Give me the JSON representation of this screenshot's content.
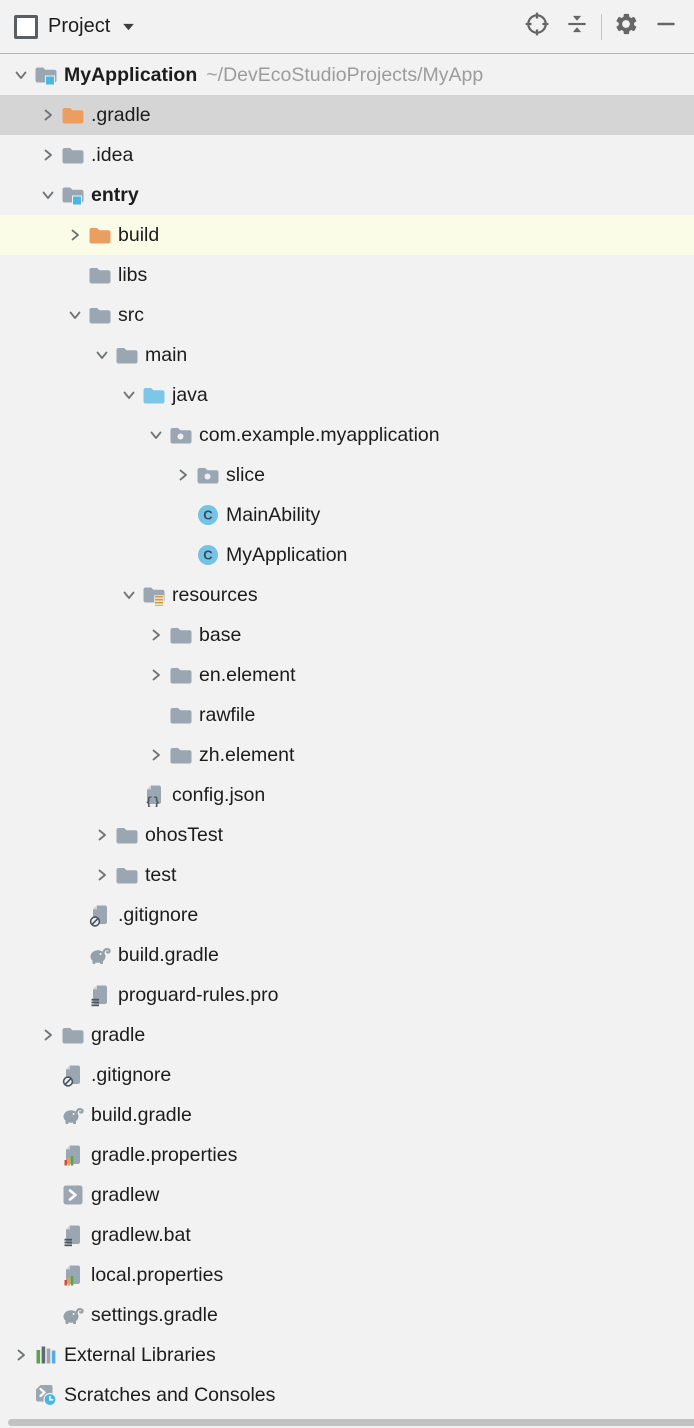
{
  "header": {
    "title": "Project",
    "actions": [
      {
        "id": "locate-opened-file",
        "icon": "target"
      },
      {
        "id": "collapse-all",
        "icon": "collapse-all"
      },
      {
        "id": "settings",
        "icon": "gear"
      },
      {
        "id": "hide-panel",
        "icon": "minimize"
      }
    ]
  },
  "tree": {
    "rows": [
      {
        "label": "MyApplication",
        "path_suffix": "~/DevEcoStudioProjects/MyApp",
        "level": 0,
        "icon": "module-folder",
        "chevron": "expanded",
        "bold": true
      },
      {
        "label": ".gradle",
        "level": 1,
        "icon": "folder-orange",
        "chevron": "collapsed",
        "state": "selected"
      },
      {
        "label": ".idea",
        "level": 1,
        "icon": "folder-gray",
        "chevron": "collapsed"
      },
      {
        "label": "entry",
        "level": 1,
        "icon": "module-folder",
        "chevron": "expanded",
        "bold": true
      },
      {
        "label": "build",
        "level": 2,
        "icon": "folder-orange",
        "chevron": "collapsed",
        "state": "highlighted"
      },
      {
        "label": "libs",
        "level": 2,
        "icon": "folder-gray",
        "chevron": "none"
      },
      {
        "label": "src",
        "level": 2,
        "icon": "folder-gray",
        "chevron": "expanded"
      },
      {
        "label": "main",
        "level": 3,
        "icon": "folder-gray",
        "chevron": "expanded"
      },
      {
        "label": "java",
        "level": 4,
        "icon": "folder-blue",
        "chevron": "expanded"
      },
      {
        "label": "com.example.myapplication",
        "level": 5,
        "icon": "package-folder",
        "chevron": "expanded"
      },
      {
        "label": "slice",
        "level": 6,
        "icon": "package-folder",
        "chevron": "collapsed"
      },
      {
        "label": "MainAbility",
        "level": 6,
        "icon": "class",
        "chevron": "none"
      },
      {
        "label": "MyApplication",
        "level": 6,
        "icon": "class",
        "chevron": "none"
      },
      {
        "label": "resources",
        "level": 4,
        "icon": "resources-folder",
        "chevron": "expanded"
      },
      {
        "label": "base",
        "level": 5,
        "icon": "folder-gray",
        "chevron": "collapsed"
      },
      {
        "label": "en.element",
        "level": 5,
        "icon": "folder-gray",
        "chevron": "collapsed"
      },
      {
        "label": "rawfile",
        "level": 5,
        "icon": "folder-gray",
        "chevron": "none"
      },
      {
        "label": "zh.element",
        "level": 5,
        "icon": "folder-gray",
        "chevron": "collapsed"
      },
      {
        "label": "config.json",
        "level": 4,
        "icon": "json-file",
        "chevron": "none"
      },
      {
        "label": "ohosTest",
        "level": 3,
        "icon": "folder-gray",
        "chevron": "collapsed"
      },
      {
        "label": "test",
        "level": 3,
        "icon": "folder-gray",
        "chevron": "collapsed"
      },
      {
        "label": ".gitignore",
        "level": 2,
        "icon": "ignore-file",
        "chevron": "none"
      },
      {
        "label": "build.gradle",
        "level": 2,
        "icon": "gradle-file",
        "chevron": "none"
      },
      {
        "label": "proguard-rules.pro",
        "level": 2,
        "icon": "text-file",
        "chevron": "none"
      },
      {
        "label": "gradle",
        "level": 1,
        "icon": "folder-gray",
        "chevron": "collapsed"
      },
      {
        "label": ".gitignore",
        "level": 1,
        "icon": "ignore-file",
        "chevron": "none"
      },
      {
        "label": "build.gradle",
        "level": 1,
        "icon": "gradle-file",
        "chevron": "none"
      },
      {
        "label": "gradle.properties",
        "level": 1,
        "icon": "properties-file",
        "chevron": "none"
      },
      {
        "label": "gradlew",
        "level": 1,
        "icon": "shell-script",
        "chevron": "none"
      },
      {
        "label": "gradlew.bat",
        "level": 1,
        "icon": "text-file",
        "chevron": "none"
      },
      {
        "label": "local.properties",
        "level": 1,
        "icon": "properties-file",
        "chevron": "none"
      },
      {
        "label": "settings.gradle",
        "level": 1,
        "icon": "gradle-file",
        "chevron": "none"
      },
      {
        "label": "External Libraries",
        "level": 0,
        "icon": "library",
        "chevron": "collapsed"
      },
      {
        "label": "Scratches and Consoles",
        "level": 0,
        "icon": "scratches",
        "chevron": "none"
      }
    ]
  },
  "icon_glyphs": {
    "class_letter": "C",
    "json_braces": "{}"
  },
  "colors": {
    "folder_gray": "#9AA7B2",
    "folder_orange": "#EC9E60",
    "folder_blue": "#7CC7E8",
    "accent_blue": "#49B7E3",
    "class_circle": "#74C3E6",
    "resources_badge": "#D99A36",
    "selection_bg": "#D5D5D5",
    "highlight_bg": "#FBFCE7",
    "path_text": "#9C9C9C",
    "icon_dark": "#666666",
    "chevron": "#6E7476",
    "badge_dark": "#4A5560",
    "page_fold": "#C9D1D7",
    "green": "#57A64A",
    "red": "#D64541",
    "orange_bar": "#E8A33D",
    "slate": "#5E6A74",
    "lib_blue": "#58ABE0"
  }
}
